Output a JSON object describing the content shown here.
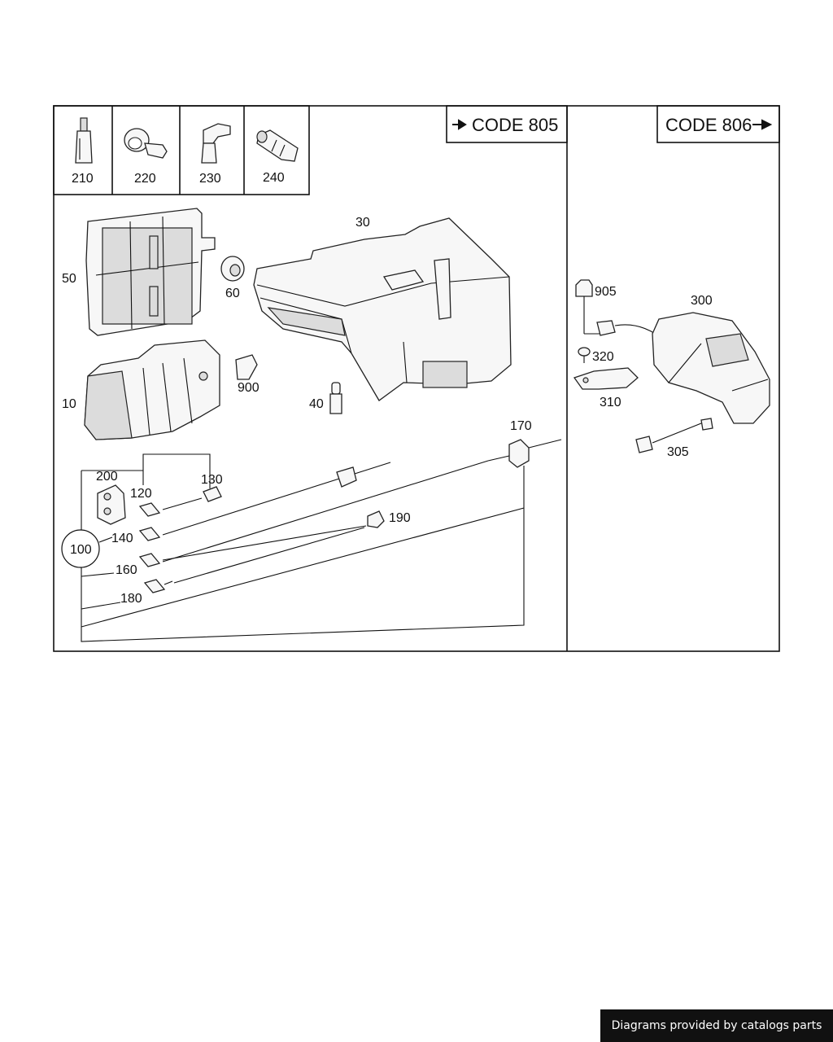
{
  "codes": {
    "left": "CODE 805",
    "right": "CODE 806"
  },
  "small_parts": [
    {
      "id": "210",
      "icon": "connector-plug-icon"
    },
    {
      "id": "220",
      "icon": "hose-clip-icon"
    },
    {
      "id": "230",
      "icon": "angled-connector-icon"
    },
    {
      "id": "240",
      "icon": "straight-connector-icon"
    }
  ],
  "labels": {
    "p10": "10",
    "p30": "30",
    "p40": "40",
    "p50": "50",
    "p60": "60",
    "p100": "100",
    "p120": "120",
    "p130": "130",
    "p140": "140",
    "p160": "160",
    "p170": "170",
    "p180": "180",
    "p190": "190",
    "p200": "200",
    "p300": "300",
    "p305": "305",
    "p310": "310",
    "p320": "320",
    "p900": "900",
    "p905": "905"
  },
  "credit": "Diagrams provided by catalogs parts"
}
